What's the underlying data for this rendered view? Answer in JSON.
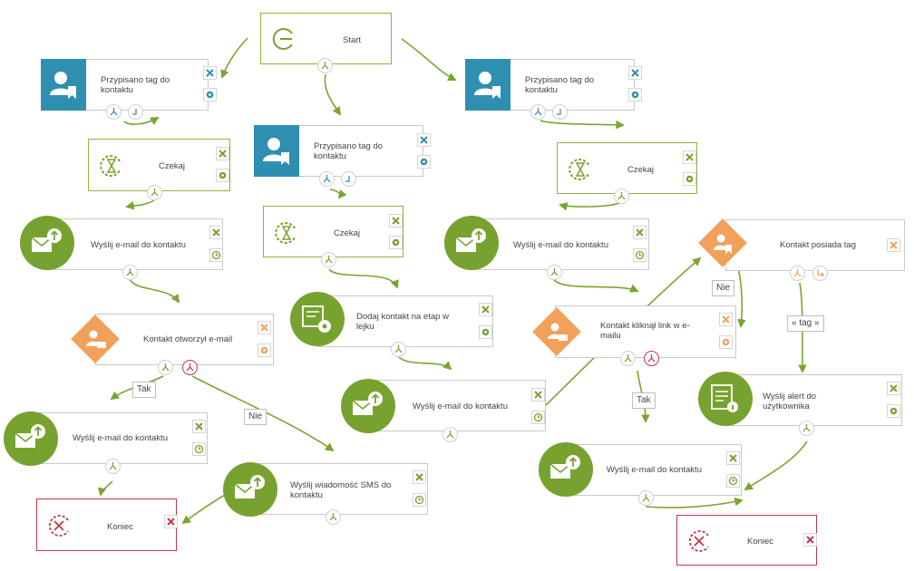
{
  "colors": {
    "accent_green": "#78a22f",
    "wire": "#7aa52f",
    "tag_blue": "#2e8fb0",
    "condition_orange": "#f2a15a",
    "end_red": "#c0394a"
  },
  "nodes": {
    "start": "Start",
    "tag_left": "Przypisano tag do kontaktu",
    "tag_mid": "Przypisano tag do kontaktu",
    "tag_right": "Przypisano tag do kontaktu",
    "wait_left": "Czekaj",
    "wait_mid": "Czekaj",
    "wait_right": "Czekaj",
    "email_left": "Wyślij e-mail do kontaktu",
    "email_mid": "Wyślij e-mail do kontaktu",
    "email_right": "Wyślij e-mail do kontaktu",
    "opened_email": "Kontakt otworzył e-mail",
    "email_tak_left": "Wyślij e-mail do kontaktu",
    "sms": "Wyślij wiadomość SMS do kontaktu",
    "end_left": "Koniec",
    "add_stage": "Dodaj kontakt na etap w lejku",
    "clicked_link": "Kontakt kliknął link w e-mailu",
    "has_tag": "Kontakt posiada tag",
    "email_tak_right": "Wyślij e-mail do kontaktu",
    "alert": "Wyślij alert do użytkownika",
    "end_right": "Koniec"
  },
  "connectors": {
    "tak_1": "Tak",
    "nie_1": "Nie",
    "tak_2": "Tak",
    "nie_2": "Nie",
    "tag_cond": "« tag »"
  },
  "icons": {
    "delete": "close-icon",
    "settings": "gear-icon",
    "schedule": "clock-icon",
    "output": "branch-icon",
    "time_output": "timer-icon",
    "no_output": "arrow-turn-icon"
  }
}
